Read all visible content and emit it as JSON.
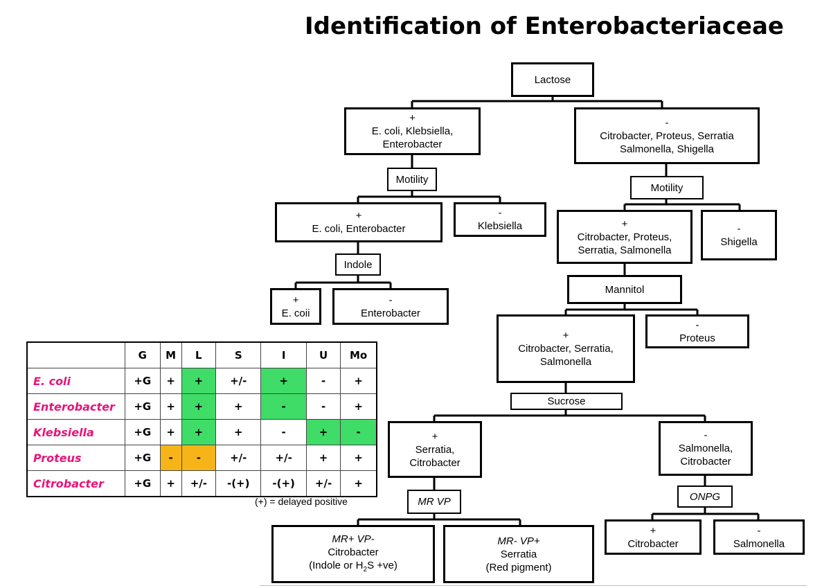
{
  "title": "Identification of Enterobacteriaceae",
  "colors": {
    "pink": "#e6157a",
    "green": "#3fdc67",
    "orange": "#f6b418"
  },
  "nodes": {
    "lactose": [
      "Lactose"
    ],
    "lac_pos": [
      "+",
      "E. coli, Klebsiella,",
      "Enterobacter"
    ],
    "lac_neg": [
      "-",
      "Citrobacter, Proteus, Serratia",
      "Salmonella, Shigella"
    ],
    "motility_left": [
      "Motility"
    ],
    "motility_right": [
      "Motility"
    ],
    "mot_left_pos": [
      "+",
      "E. coli, Enterobacter"
    ],
    "mot_left_neg": [
      "-",
      "Klebsiella"
    ],
    "mot_right_pos": [
      "+",
      "Citrobacter, Proteus,",
      "Serratia, Salmonella"
    ],
    "mot_right_neg": [
      "-",
      "Shigella"
    ],
    "indole": [
      "Indole"
    ],
    "indole_pos": [
      "+",
      "E. coii"
    ],
    "indole_neg": [
      "-",
      "Enterobacter"
    ],
    "mannitol": [
      "Mannitol"
    ],
    "man_pos": [
      "+",
      "Citrobacter, Serratia,",
      "Salmonella"
    ],
    "man_neg": [
      "-",
      "Proteus"
    ],
    "sucrose": [
      "Sucrose"
    ],
    "suc_pos": [
      "+",
      "Serratia,",
      "Citrobacter"
    ],
    "suc_neg": [
      "-",
      "Salmonella,",
      "Citrobacter"
    ],
    "mrvp": [
      "MR VP"
    ],
    "onpg": [
      "ONPG"
    ],
    "mr_pos": {
      "line1": "MR+ VP-",
      "line2": "Citrobacter",
      "line3_pre": "(Indole or H",
      "line3_sub": "2",
      "line3_post": "S +ve)"
    },
    "mr_neg": [
      "MR- VP+",
      "Serratia",
      "(Red pigment)"
    ],
    "onpg_pos": [
      "+",
      "Citrobacter"
    ],
    "onpg_neg": [
      "-",
      "Salmonella"
    ]
  },
  "table": {
    "headers": [
      "",
      "G",
      "M",
      "L",
      "S",
      "I",
      "U",
      "Mo"
    ],
    "rows": [
      {
        "name": "E. coli",
        "cells": [
          "+G",
          "+",
          "+",
          "+/-",
          "+",
          "-",
          "+"
        ]
      },
      {
        "name": "Enterobacter",
        "cells": [
          "+G",
          "+",
          "+",
          "+",
          "-",
          "-",
          "+"
        ]
      },
      {
        "name": "Klebsiella",
        "cells": [
          "+G",
          "+",
          "+",
          "+",
          "-",
          "+",
          "-"
        ]
      },
      {
        "name": "Proteus",
        "cells": [
          "+G",
          "-",
          "-",
          "+/-",
          "+/-",
          "+",
          "+"
        ]
      },
      {
        "name": "Citrobacter",
        "cells": [
          "+G",
          "+",
          "+/-",
          "-(+)",
          "-(+)",
          "+/-",
          "+"
        ]
      }
    ],
    "highlights": {
      "green": [
        [
          0,
          2
        ],
        [
          0,
          4
        ],
        [
          1,
          2
        ],
        [
          1,
          4
        ],
        [
          2,
          2
        ],
        [
          2,
          5
        ],
        [
          2,
          6
        ]
      ],
      "orange": [
        [
          3,
          1
        ],
        [
          3,
          2
        ]
      ]
    }
  },
  "note": "(+) =  delayed positive"
}
